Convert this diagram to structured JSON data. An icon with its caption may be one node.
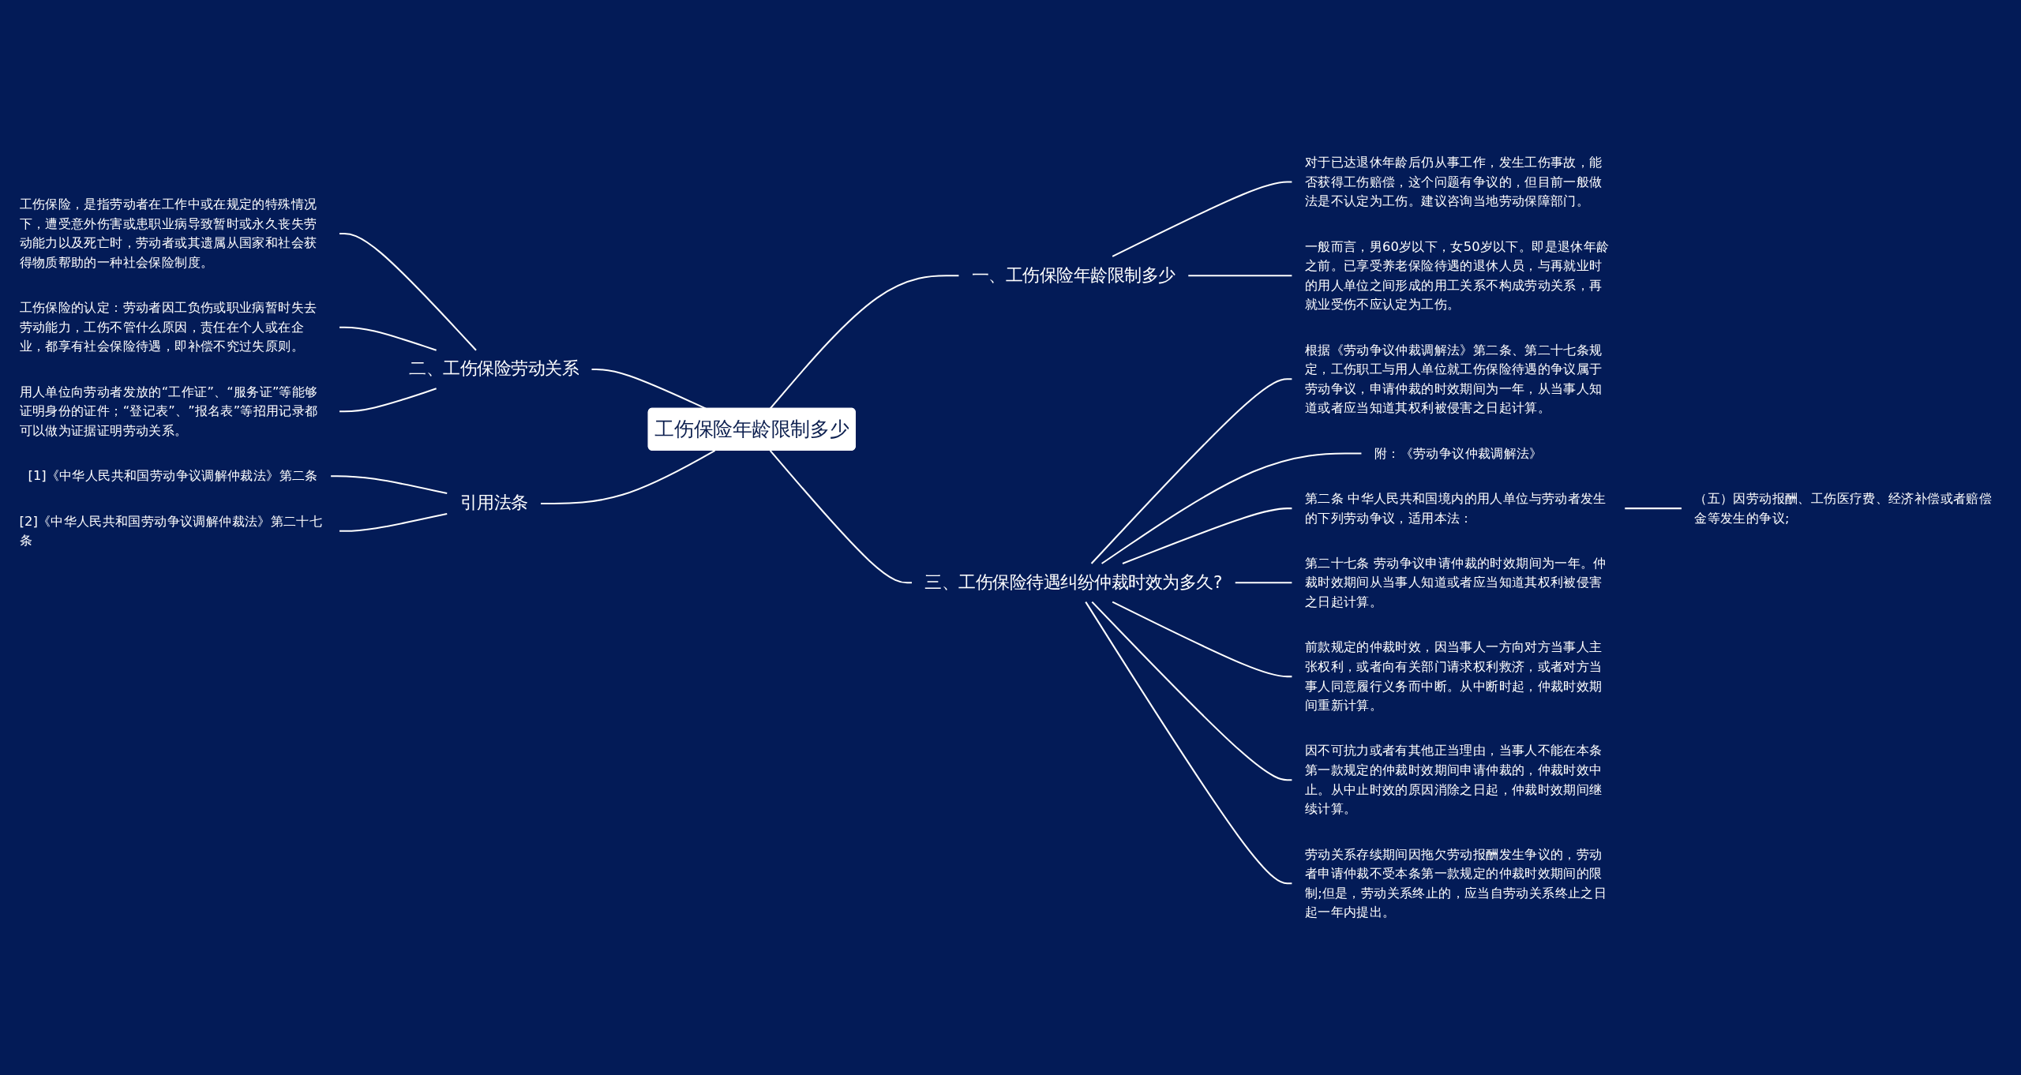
{
  "diagram": {
    "nodes": [
      {
        "text": [
          "工伤保险年龄限制多少"
        ]
      },
      {
        "text": [
          "一、工伤保险年龄限制多少"
        ]
      },
      {
        "text": [
          "对于已达退休年龄后仍从事工作，发生工伤事故，能否获得工伤赔偿，这个问题有争议的，但目前一般做法是不认定为工伤。建议咨询当地劳动保障部门。"
        ]
      },
      {
        "text": [
          "一般而言，男60岁以下，女50岁以下。即是退休年龄之前。已享受养老保险待遇的退休人员，与再就业时的用人单位之间形成的用工关系不构成劳动关系，再就业受伤不应认定为工伤。"
        ]
      },
      {
        "text": [
          "二、工伤保险劳动关系"
        ]
      },
      {
        "text": [
          "工伤保险，是指劳动者在工作中或在规定的特殊情况下，遭受意外伤害或患职业病导致暂时或永久丧失劳动能力以及死亡时，劳动者或其遗属从国家和社会获得物质帮助的一种社会保险制度。"
        ]
      },
      {
        "text": [
          "工伤保险的认定：劳动者因工负伤或职业病暂时失去劳动能力，工伤不管什么原因，责任在个人或在企业，都享有社会保险待遇，即补偿不究过失原则。"
        ]
      },
      {
        "text": [
          "用人单位向劳动者发放的“工作证”、“服务证”等能够证明身份的证件；“登记表”、”报名表”等招用记录都可以做为证据证明劳动关系。"
        ]
      },
      {
        "text": [
          "三、工伤保险待遇纠纷仲裁时效为多久?"
        ]
      },
      {
        "text": [
          "根据《劳动争议仲裁调解法》第二条、第二十七条规定，工伤职工与用人单位就工伤保险待遇的争议属于劳动争议，申请仲裁的时效期间为一年，从当事人知道或者应当知道其权利被侵害之日起计算。"
        ]
      },
      {
        "text": [
          "附：《劳动争议仲裁调解法》"
        ]
      },
      {
        "text": [
          "第二条 中华人民共和国境内的用人单位与劳动者发生的下列劳动争议，适用本法："
        ]
      },
      {
        "text": [
          "（五）因劳动报酬、工伤医疗费、经济补偿或者赔偿金等发生的争议;"
        ]
      },
      {
        "text": [
          "第二十七条 劳动争议申请仲裁的时效期间为一年。仲裁时效期间从当事人知道或者应当知道其权利被侵害之日起计算。"
        ]
      },
      {
        "text": [
          "前款规定的仲裁时效，因当事人一方向对方当事人主张权利，或者向有关部门请求权利救济，或者对方当事人同意履行义务而中断。从中断时起，仲裁时效期间重新计算。"
        ]
      },
      {
        "text": [
          "因不可抗力或者有其他正当理由，当事人不能在本条第一款规定的仲裁时效期间申请仲裁的，仲裁时效中止。从中止时效的原因消除之日起，仲裁时效期间继续计算。"
        ]
      },
      {
        "text": [
          "劳动关系存续期间因拖欠劳动报酬发生争议的，劳动者申请仲裁不受本条第一款规定的仲裁时效期间的限制;但是，劳动关系终止的，应当自劳动关系终止之日起一年内提出。"
        ]
      },
      {
        "text": [
          "引用法条"
        ]
      },
      {
        "text": [
          "[1]《中华人民共和国劳动争议调解仲裁法》第二条"
        ]
      },
      {
        "text": [
          "[2]《中华人民共和国劳动争议调解仲裁法》第二十七条"
        ]
      }
    ],
    "edges": [
      {
        "from": 0,
        "to": 1,
        "arrow": "none"
      },
      {
        "from": 1,
        "to": 2,
        "arrow": "none"
      },
      {
        "from": 1,
        "to": 3,
        "arrow": "none"
      },
      {
        "from": 4,
        "to": 0,
        "arrow": "none"
      },
      {
        "from": 5,
        "to": 4,
        "arrow": "none"
      },
      {
        "from": 6,
        "to": 4,
        "arrow": "none"
      },
      {
        "from": 7,
        "to": 4,
        "arrow": "none"
      },
      {
        "from": 0,
        "to": 8,
        "arrow": "none"
      },
      {
        "from": 8,
        "to": 9,
        "arrow": "none"
      },
      {
        "from": 8,
        "to": 10,
        "arrow": "none"
      },
      {
        "from": 8,
        "to": 11,
        "arrow": "none"
      },
      {
        "from": 11,
        "to": 12,
        "arrow": "none"
      },
      {
        "from": 8,
        "to": 13,
        "arrow": "none"
      },
      {
        "from": 8,
        "to": 14,
        "arrow": "none"
      },
      {
        "from": 8,
        "to": 15,
        "arrow": "none"
      },
      {
        "from": 8,
        "to": 16,
        "arrow": "none"
      },
      {
        "from": 17,
        "to": 0,
        "arrow": "none"
      },
      {
        "from": 18,
        "to": 17,
        "arrow": "none"
      },
      {
        "from": 19,
        "to": 17,
        "arrow": "none"
      }
    ]
  }
}
